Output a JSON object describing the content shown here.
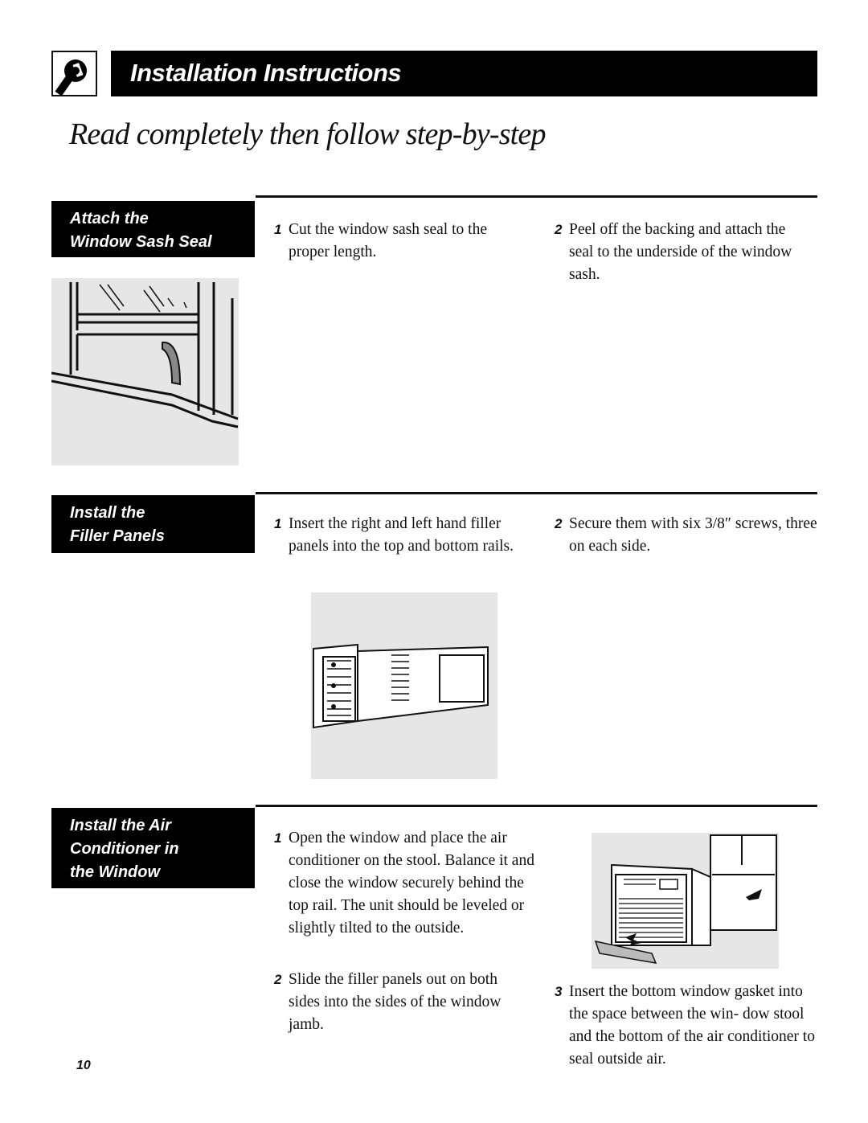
{
  "header": {
    "icon": "wrench-icon",
    "banner_title": "Installation Instructions",
    "subtitle": "Read completely then follow step-by-step"
  },
  "sections": [
    {
      "label_lines": [
        "Attach the",
        "Window Sash Seal"
      ],
      "steps": [
        {
          "num": "1",
          "text": "Cut the window sash seal to the proper length."
        },
        {
          "num": "2",
          "text": "Peel off the backing and attach the seal to the underside of the window sash."
        }
      ],
      "figure": "window-sash-seal-illustration"
    },
    {
      "label_lines": [
        "Install the",
        "Filler Panels"
      ],
      "steps": [
        {
          "num": "1",
          "text": "Insert the right and left hand filler panels into the top and bottom rails."
        },
        {
          "num": "2",
          "text": "Secure them with six 3/8″ screws, three on each side."
        }
      ],
      "figure": "filler-panels-illustration"
    },
    {
      "label_lines": [
        "Install the Air",
        "Conditioner in",
        "the Window"
      ],
      "steps": [
        {
          "num": "1",
          "text": "Open the window and place the air conditioner on the stool. Balance it and close the window securely behind the top rail. The unit should be leveled or slightly tilted to the outside."
        },
        {
          "num": "2",
          "text": "Slide the filler panels out on both sides into the sides of the window jamb."
        },
        {
          "num": "3",
          "text": "Insert the bottom window gasket into the space between the win- dow stool and the bottom of the air conditioner to seal outside air."
        }
      ],
      "figure": "air-conditioner-in-window-illustration"
    }
  ],
  "page_number": "10"
}
